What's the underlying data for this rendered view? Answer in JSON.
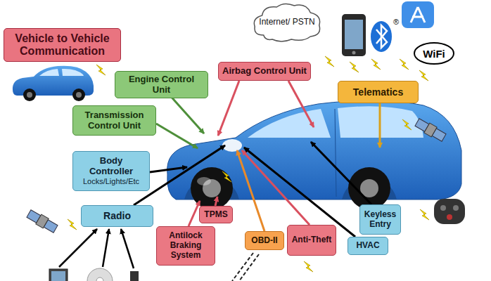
{
  "diagram": {
    "nodes": [
      {
        "text": [
          "Vehicle to Vehicle Communication"
        ]
      },
      {
        "text": [
          "Internet/ PSTN"
        ]
      },
      {
        "text": [
          "Airbag Control Unit"
        ]
      },
      {
        "text": [
          "Engine Control Unit"
        ]
      },
      {
        "text": [
          "Telematics"
        ]
      },
      {
        "text": [
          "Transmission Control Unit"
        ]
      },
      {
        "text": [
          "Body Controller",
          "Locks/Lights/Etc"
        ]
      },
      {
        "text": [
          "Radio"
        ]
      },
      {
        "text": [
          "TPMS"
        ]
      },
      {
        "text": [
          "Keyless Entry"
        ]
      },
      {
        "text": [
          "Anti-Theft"
        ]
      },
      {
        "text": [
          "Antilock Braking System"
        ]
      },
      {
        "text": [
          "OBD-II"
        ]
      },
      {
        "text": [
          "HVAC"
        ]
      }
    ],
    "labels": [
      "®",
      "WiFi"
    ]
  }
}
